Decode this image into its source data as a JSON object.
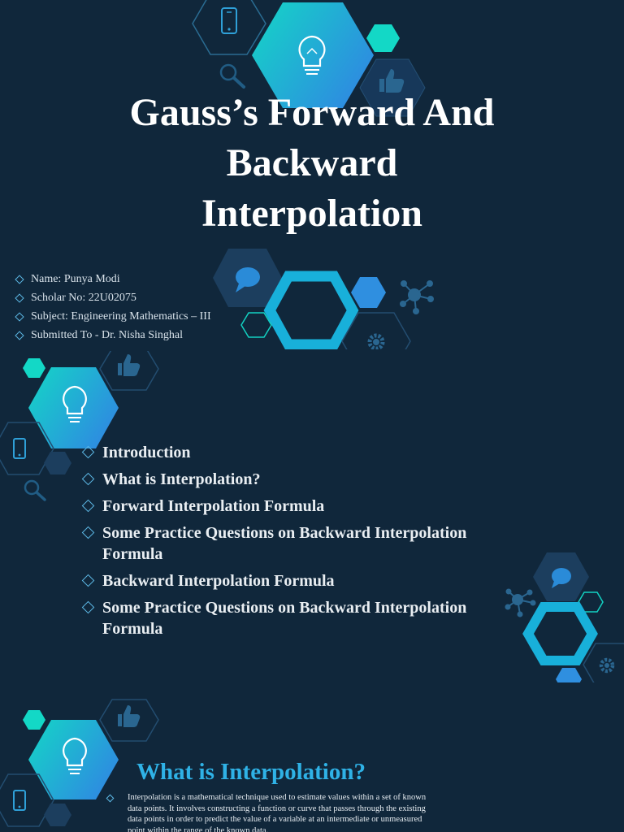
{
  "title_slide": {
    "title_line1": "Gauss’s Forward And",
    "title_line2": "Backward",
    "title_line3": "Interpolation",
    "info": [
      "Name: Punya Modi",
      "Scholar No: 22U02075",
      "Subject: Engineering Mathematics – III",
      "Submitted To - Dr. Nisha Singhal"
    ]
  },
  "contents_slide": {
    "items": [
      "Introduction",
      "What is Interpolation?",
      "Forward Interpolation Formula",
      "Some Practice Questions on Backward Interpolation Formula",
      "Backward Interpolation Formula",
      "Some Practice Questions on Backward Interpolation Formula"
    ]
  },
  "interpolation_slide": {
    "heading": "What is Interpolation?",
    "body": "Interpolation is a mathematical technique used to estimate values within a set of known data points. It involves constructing a function or curve that passes through the existing data points in order to predict the value of a variable at an intermediate or unmeasured point within the range of the known data."
  },
  "colors": {
    "background": "#10273b",
    "accent_cyan": "#11d3c4",
    "accent_blue": "#2f8fe0",
    "heading_blue": "#2fb2e6",
    "dark_hex": "#1c3e5e"
  },
  "icons": [
    "phone-icon",
    "lightbulb-icon",
    "search-icon",
    "thumbs-up-icon",
    "chat-bubble-icon",
    "network-icon",
    "gear-icon"
  ]
}
